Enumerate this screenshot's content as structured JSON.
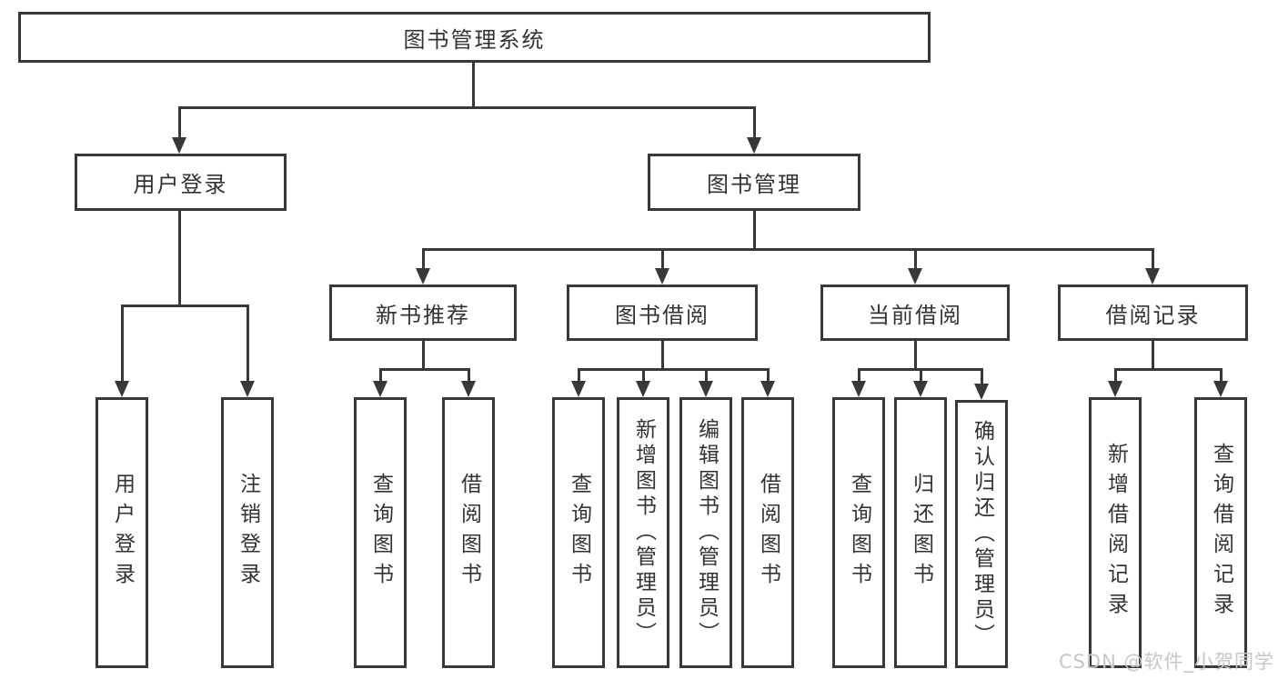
{
  "tree": {
    "label": "图书管理系统",
    "children": [
      {
        "label": "用户登录",
        "children": [
          {
            "label": "用户登录"
          },
          {
            "label": "注销登录"
          }
        ]
      },
      {
        "label": "图书管理",
        "children": [
          {
            "label": "新书推荐",
            "children": [
              {
                "label": "查询图书"
              },
              {
                "label": "借阅图书"
              }
            ]
          },
          {
            "label": "图书借阅",
            "children": [
              {
                "label": "查询图书"
              },
              {
                "label": "新增图书（管理员）"
              },
              {
                "label": "编辑图书（管理员）"
              },
              {
                "label": "借阅图书"
              }
            ]
          },
          {
            "label": "当前借阅",
            "children": [
              {
                "label": "查询图书"
              },
              {
                "label": "归还图书"
              },
              {
                "label": "确认归还（管理员）"
              }
            ]
          },
          {
            "label": "借阅记录",
            "children": [
              {
                "label": "新增借阅记录"
              },
              {
                "label": "查询借阅记录"
              }
            ]
          }
        ]
      }
    ]
  },
  "watermark": "CSDN @软件_小贺同学",
  "colors": {
    "line": "#383838",
    "text": "#333333",
    "watermark": "#c6c6cb",
    "background": "#ffffff"
  }
}
